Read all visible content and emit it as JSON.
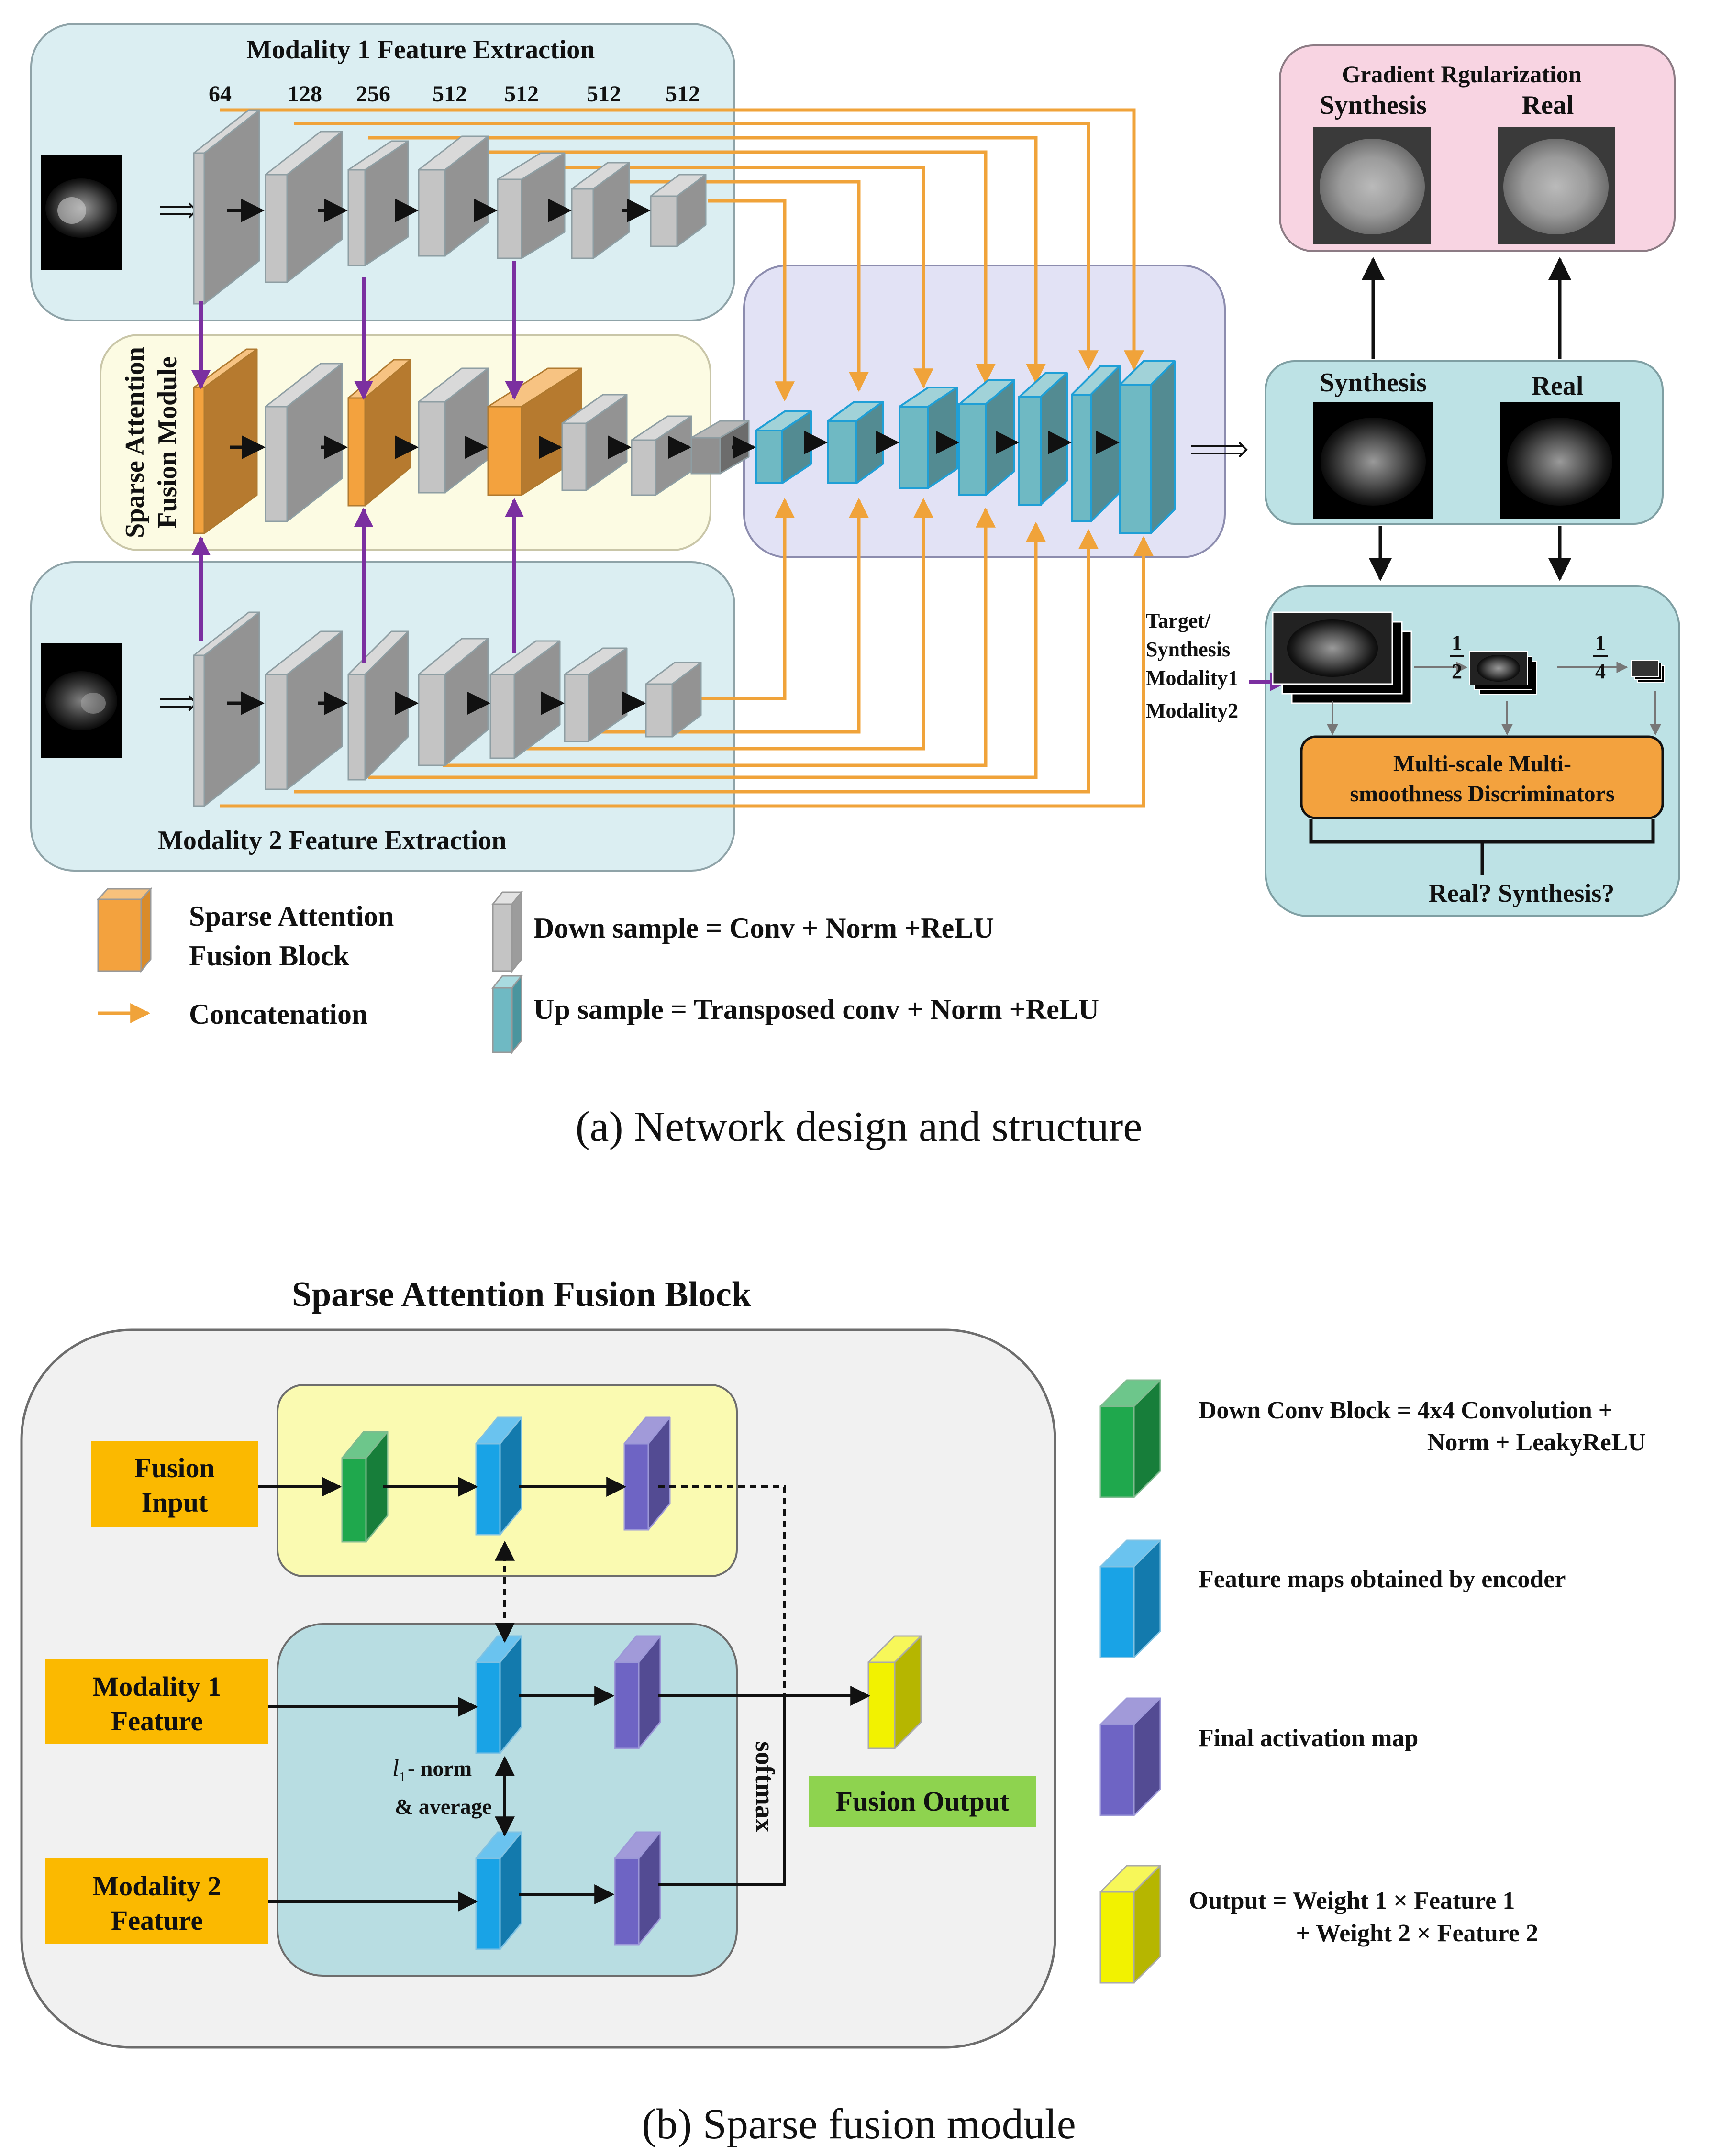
{
  "part_a": {
    "caption": "(a) Network design and structure",
    "mod1_title": "Modality 1 Feature Extraction",
    "mod2_title": "Modality 2 Feature Extraction",
    "fusion_module_line1": "Sparse Attention",
    "fusion_module_line2": "Fusion Module",
    "channels": [
      "64",
      "128",
      "256",
      "512",
      "512",
      "512",
      "512"
    ],
    "grad_reg_title": "Gradient Rgularization",
    "synthesis_label": "Synthesis",
    "real_label": "Real",
    "disc_input_labels": [
      "Target/",
      "Synthesis",
      "Modality1",
      "Modality2"
    ],
    "scale_half": "1/2",
    "scale_quarter": "1/4",
    "frac_one": "1",
    "frac_two": "2",
    "frac_four": "4",
    "disc_box_line1": "Multi-scale Multi-",
    "disc_box_line2": "smoothness Discriminators",
    "disc_question": "Real? Synthesis?",
    "legend": {
      "fusion_block_line1": "Sparse Attention",
      "fusion_block_line2": "Fusion Block",
      "concatenation": "Concatenation",
      "down_sample": "Down sample = Conv + Norm +ReLU",
      "up_sample": "Up sample = Transposed conv + Norm +ReLU"
    }
  },
  "part_b": {
    "caption": "(b) Sparse fusion module",
    "title": "Sparse Attention Fusion Block",
    "fusion_input_line1": "Fusion",
    "fusion_input_line2": "Input",
    "mod1_feature_line1": "Modality 1",
    "mod1_feature_line2": "Feature",
    "mod2_feature_line1": "Modality 2",
    "mod2_feature_line2": "Feature",
    "norm_label_l": "l",
    "norm_label_sub": "1",
    "norm_label_rest": "- norm",
    "average_label": "& average",
    "softmax": "softmax",
    "fusion_output": "Fusion Output",
    "legend": {
      "down_conv_line1": "Down Conv Block = 4x4 Convolution +",
      "down_conv_line2": "Norm + LeakyReLU",
      "feature_maps": "Feature maps obtained by encoder",
      "final_activation": "Final activation map",
      "output_line1": "Output = Weight 1 × Feature 1",
      "output_line2": "+ Weight 2 × Feature 2"
    }
  },
  "colors": {
    "gray_block": "#c4c4c4",
    "orange_block": "#f3a23e",
    "teal_block": "#6fb9c3",
    "encoder_blue": "#19a3e6",
    "activation_purple": "#6e64c4",
    "down_conv_green": "#1fa84d",
    "output_yellow": "#f2f200",
    "concat_arrow": "#f0a33a",
    "fusion_arrow": "#7b2fa0",
    "label_orange": "#fbb900",
    "output_green": "#8ed34f"
  }
}
